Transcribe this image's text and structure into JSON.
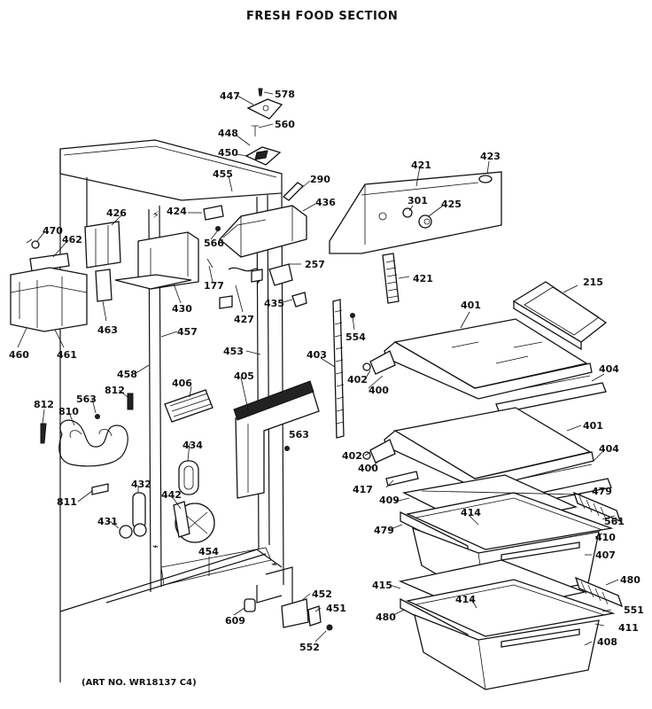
{
  "header": {
    "title": "FRESH FOOD SECTION"
  },
  "footer": {
    "art_no": "(ART NO. WR18137 C4)"
  },
  "callouts": [
    "447",
    "578",
    "560",
    "448",
    "450",
    "455",
    "290",
    "436",
    "424",
    "426",
    "470",
    "462",
    "566",
    "257",
    "421",
    "423",
    "301",
    "425",
    "421",
    "177",
    "427",
    "435",
    "460",
    "461",
    "463",
    "430",
    "554",
    "215",
    "401",
    "457",
    "453",
    "403",
    "402",
    "404",
    "400",
    "458",
    "406",
    "405",
    "812",
    "563",
    "812",
    "810",
    "563",
    "434",
    "401",
    "402",
    "404",
    "400",
    "417",
    "479",
    "409",
    "811",
    "432",
    "442",
    "414",
    "561",
    "479",
    "410",
    "431",
    "407",
    "454",
    "480",
    "415",
    "414",
    "452",
    "551",
    "609",
    "451",
    "480",
    "411",
    "552",
    "408"
  ]
}
